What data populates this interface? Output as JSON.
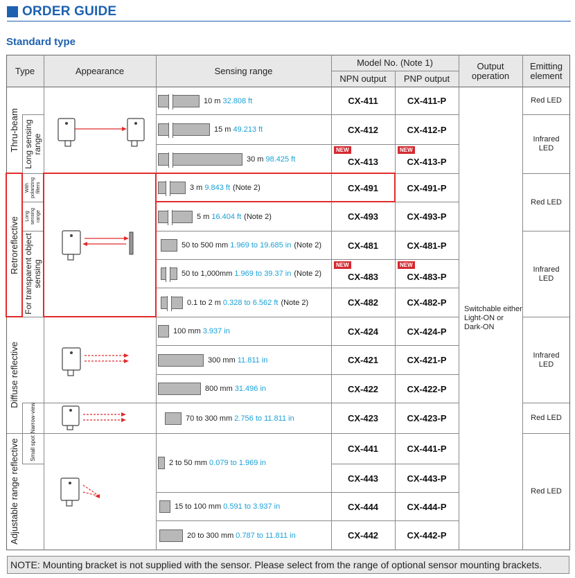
{
  "page": {
    "title": "ORDER GUIDE",
    "subtitle": "Standard type"
  },
  "header": {
    "type": "Type",
    "appearance": "Appearance",
    "sensing_range": "Sensing range",
    "model_no": "Model No. (Note 1)",
    "npn": "NPN output",
    "pnp": "PNP output",
    "output_operation": "Output operation",
    "emitting_element": "Emitting element"
  },
  "types": {
    "thru_beam": "Thru-beam",
    "thru_long": "Long sensing range",
    "retroreflective": "Retroreflective",
    "retro_polarizing": "With polarizing filters",
    "retro_long": "Long sensing range",
    "retro_transparent": "For transparent object sensing",
    "diffuse": "Diffuse reflective",
    "diffuse_narrow": "Narrow-view",
    "adjustable": "Adjustable range reflective",
    "adjustable_small": "Small spot"
  },
  "rows": [
    {
      "range": "10 m",
      "range_ft": "32.808 ft",
      "note": "",
      "npn": "CX-411",
      "pnp": "CX-411-P",
      "new": false
    },
    {
      "range": "15 m",
      "range_ft": "49.213 ft",
      "note": "",
      "npn": "CX-412",
      "pnp": "CX-412-P",
      "new": false
    },
    {
      "range": "30 m",
      "range_ft": "98.425 ft",
      "note": "",
      "npn": "CX-413",
      "pnp": "CX-413-P",
      "new": true
    },
    {
      "range": "3 m",
      "range_ft": "9.843 ft",
      "note": "(Note 2)",
      "npn": "CX-491",
      "pnp": "CX-491-P",
      "new": false
    },
    {
      "range": "5 m",
      "range_ft": "16.404 ft",
      "note": "(Note 2)",
      "npn": "CX-493",
      "pnp": "CX-493-P",
      "new": false
    },
    {
      "range": "50 to 500 mm",
      "range_ft": "1.969 to 19.685 in",
      "note": "(Note 2)",
      "npn": "CX-481",
      "pnp": "CX-481-P",
      "new": false
    },
    {
      "range": "50 to 1,000mm",
      "range_ft": "1.969 to 39.37 in",
      "note": "(Note 2)",
      "npn": "CX-483",
      "pnp": "CX-483-P",
      "new": true
    },
    {
      "range": "0.1 to 2 m",
      "range_ft": "0.328 to 6.562 ft",
      "note": "(Note 2)",
      "npn": "CX-482",
      "pnp": "CX-482-P",
      "new": false
    },
    {
      "range": "100 mm",
      "range_ft": "3.937 in",
      "note": "",
      "npn": "CX-424",
      "pnp": "CX-424-P",
      "new": false
    },
    {
      "range": "300 mm",
      "range_ft": "11.811 in",
      "note": "",
      "npn": "CX-421",
      "pnp": "CX-421-P",
      "new": false
    },
    {
      "range": "800 mm",
      "range_ft": "31.496 in",
      "note": "",
      "npn": "CX-422",
      "pnp": "CX-422-P",
      "new": false
    },
    {
      "range": "70 to 300 mm",
      "range_ft": "2.756 to 11.811 in",
      "note": "",
      "npn": "CX-423",
      "pnp": "CX-423-P",
      "new": false
    },
    {
      "range": "2 to 50 mm",
      "range_ft": "0.079 to 1.969 in",
      "note": "",
      "npn": "CX-441",
      "pnp": "CX-441-P",
      "new": false
    },
    {
      "range": "",
      "range_ft": "",
      "note": "",
      "npn": "CX-443",
      "pnp": "CX-443-P",
      "new": false
    },
    {
      "range": "15 to 100 mm",
      "range_ft": "0.591 to 3.937 in",
      "note": "",
      "npn": "CX-444",
      "pnp": "CX-444-P",
      "new": false
    },
    {
      "range": "20 to 300 mm",
      "range_ft": "0.787 to 11.811 in",
      "note": "",
      "npn": "CX-442",
      "pnp": "CX-442-P",
      "new": false
    }
  ],
  "new_label": "NEW",
  "output_operation": "Switchable either Light-ON or Dark-ON",
  "emitting": {
    "red_led": "Red LED",
    "infrared_led": "Infrared LED"
  },
  "footnote": "NOTE: Mounting bracket is not supplied with the sensor. Please select from the range of optional sensor mounting brackets.",
  "colors": {
    "accent_blue": "#1d61b0",
    "value_blue": "#1aa0d8",
    "highlight_red": "#e12a2a",
    "new_badge": "#d42a31"
  }
}
